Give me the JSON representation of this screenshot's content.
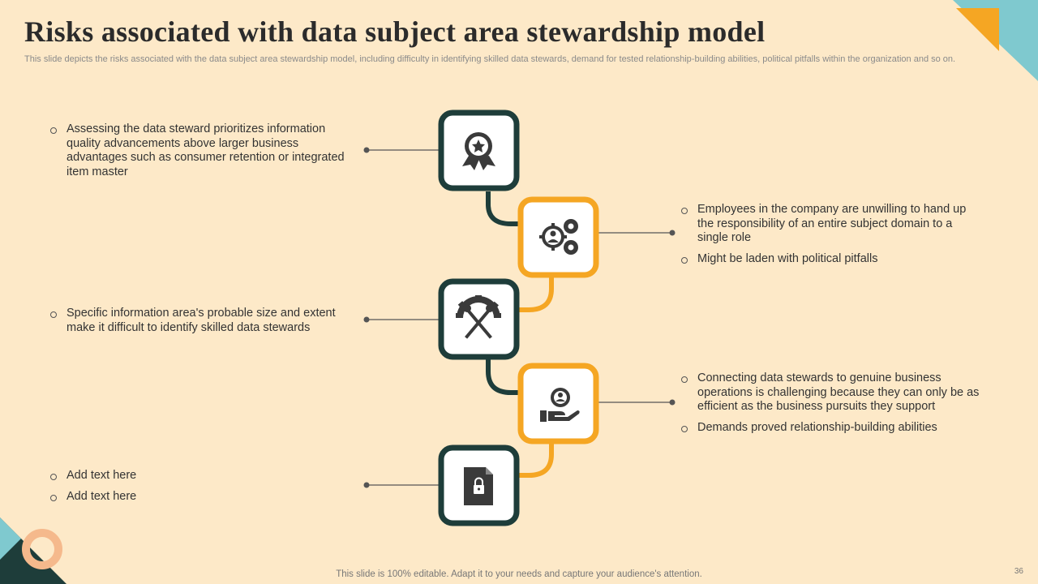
{
  "title": "Risks associated with data subject area stewardship model",
  "subtitle": "This slide depicts the risks associated with the data subject area stewardship model, including difficulty in identifying skilled data stewards, demand for tested relationship-building abilities, political pitfalls within the organization and so on.",
  "colors": {
    "background": "#FDE9C8",
    "dark": "#1E3D3A",
    "orange": "#F5A623",
    "teal": "#7FC9CF",
    "peach": "#F5B98C"
  },
  "items": [
    {
      "side": "left",
      "icon": "award-badge-icon",
      "bullets": [
        "Assessing the data steward prioritizes information quality advancements above larger business advantages such as consumer retention or integrated item master"
      ]
    },
    {
      "side": "right",
      "icon": "gears-user-icon",
      "bullets": [
        "Employees in the company are unwilling to hand up the responsibility of an entire subject domain to a single role",
        "Might be laden with political pitfalls"
      ]
    },
    {
      "side": "left",
      "icon": "tools-gear-icon",
      "bullets": [
        "Specific information area's probable size and extent make it difficult to identify skilled data stewards"
      ]
    },
    {
      "side": "right",
      "icon": "hand-gear-user-icon",
      "bullets": [
        "Connecting data stewards to genuine business operations is challenging because they can only be as efficient as the business pursuits they support",
        "Demands proved relationship-building abilities"
      ]
    },
    {
      "side": "left",
      "icon": "locked-document-icon",
      "bullets": [
        "Add text here",
        "Add text here"
      ]
    }
  ],
  "footer": "This slide is 100% editable. Adapt it to your needs and capture your audience's attention.",
  "page_number": "36"
}
